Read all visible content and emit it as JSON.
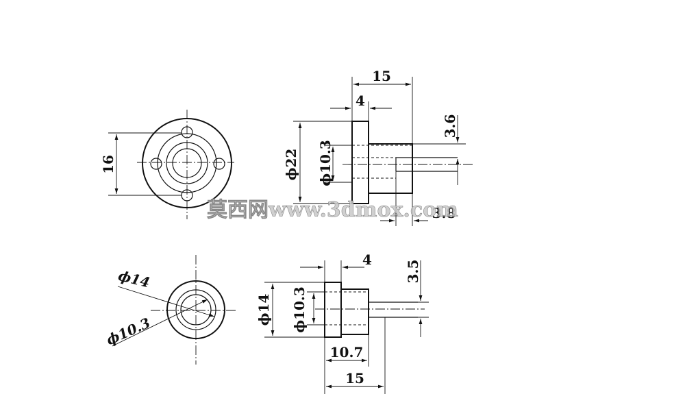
{
  "top_view": {
    "dim_height": "16"
  },
  "top_side": {
    "dim_length": "15",
    "dim_flange": "4",
    "dim_outer_dia": "ϕ22",
    "dim_bore": "ϕ10.3",
    "dim_step_top": "3.6",
    "dim_step_bottom": "3.8"
  },
  "bottom_view": {
    "dim_outer": "ϕ14",
    "dim_inner": "ϕ10.3"
  },
  "bottom_side": {
    "dim_flange": "4",
    "dim_step": "3.5",
    "dim_outer_dia": "ϕ14",
    "dim_bore": "ϕ10.3",
    "dim_body": "10.7",
    "dim_length": "15"
  },
  "watermark": "莫西网www.3dmox.com"
}
